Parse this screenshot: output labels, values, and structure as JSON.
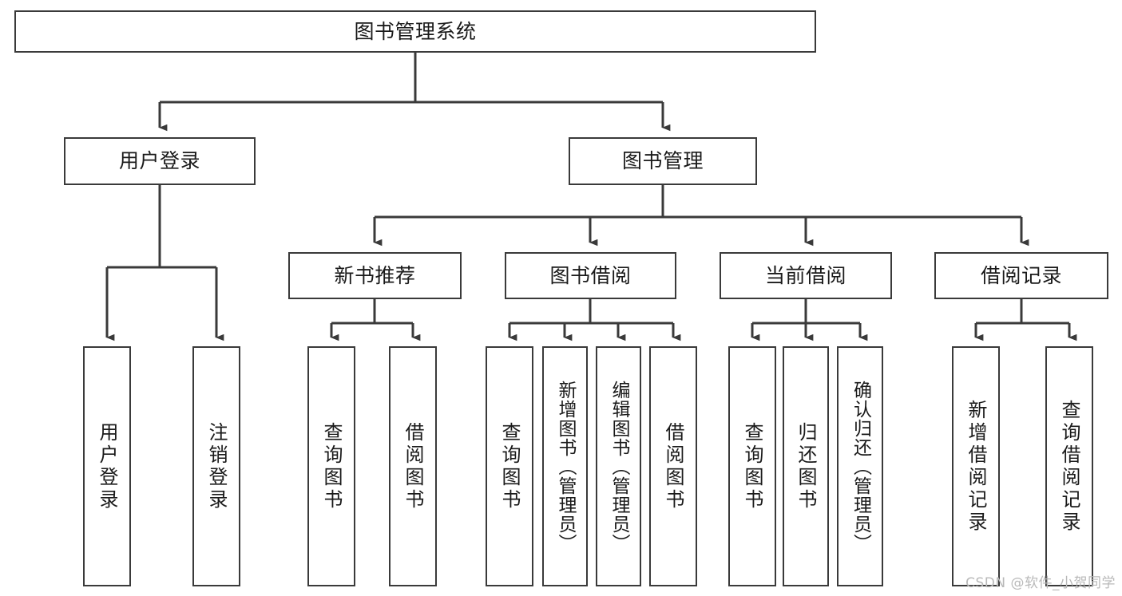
{
  "diagram": {
    "title": "图书管理系统",
    "type": "tree",
    "watermark": "CSDN @软件_小贺同学",
    "line_color": "#3a3a3a",
    "box_fill": "#ffffff",
    "text_color": "#1a1a1a",
    "watermark_color": "#b9b9b9"
  },
  "nodes": {
    "root": {
      "label": "图书管理系统",
      "level": 1
    },
    "level2": [
      {
        "id": "user-login",
        "label": "用户登录"
      },
      {
        "id": "book-manage",
        "label": "图书管理"
      }
    ],
    "level3": [
      {
        "id": "new-book-rec",
        "label": "新书推荐",
        "parent": "book-manage"
      },
      {
        "id": "book-borrow",
        "label": "图书借阅",
        "parent": "book-manage"
      },
      {
        "id": "current-borrow",
        "label": "当前借阅",
        "parent": "book-manage"
      },
      {
        "id": "borrow-record",
        "label": "借阅记录",
        "parent": "book-manage"
      }
    ],
    "leaves": [
      {
        "id": "leaf-user-login",
        "label": "用户登录",
        "parent": "user-login"
      },
      {
        "id": "leaf-logout",
        "label": "注销登录",
        "parent": "user-login"
      },
      {
        "id": "leaf-query-book-1",
        "label": "查询图书",
        "parent": "new-book-rec"
      },
      {
        "id": "leaf-borrow-book-1",
        "label": "借阅图书",
        "parent": "new-book-rec"
      },
      {
        "id": "leaf-query-book-2",
        "label": "查询图书",
        "parent": "book-borrow"
      },
      {
        "id": "leaf-add-book",
        "label": "新增图书（管理员）",
        "parent": "book-borrow"
      },
      {
        "id": "leaf-edit-book",
        "label": "编辑图书（管理员）",
        "parent": "book-borrow"
      },
      {
        "id": "leaf-borrow-book-2",
        "label": "借阅图书",
        "parent": "book-borrow"
      },
      {
        "id": "leaf-query-book-3",
        "label": "查询图书",
        "parent": "current-borrow"
      },
      {
        "id": "leaf-return-book",
        "label": "归还图书",
        "parent": "current-borrow"
      },
      {
        "id": "leaf-confirm-return",
        "label": "确认归还（管理员）",
        "parent": "current-borrow"
      },
      {
        "id": "leaf-add-record",
        "label": "新增借阅记录",
        "parent": "borrow-record"
      },
      {
        "id": "leaf-query-record",
        "label": "查询借阅记录",
        "parent": "borrow-record"
      }
    ]
  }
}
